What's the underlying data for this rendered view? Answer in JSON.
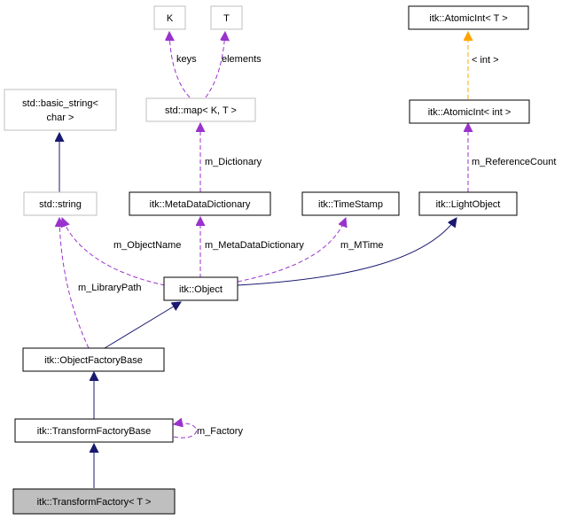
{
  "colors": {
    "inheritance": "#191970",
    "usage": "#9a32cd",
    "template": "#ffa500",
    "node_border_strong": "#000000",
    "node_border_light": "#bfbfbf",
    "focus_fill": "#bfbfbf"
  },
  "nodes": {
    "k": "K",
    "t": "T",
    "atomic_int_t": "itk::AtomicInt< T >",
    "basic_string_line1": "std::basic_string<",
    "basic_string_line2": "char >",
    "std_map": "std::map< K, T >",
    "atomic_int_int": "itk::AtomicInt< int >",
    "std_string": "std::string",
    "metadata_dictionary": "itk::MetaDataDictionary",
    "timestamp": "itk::TimeStamp",
    "light_object": "itk::LightObject",
    "object": "itk::Object",
    "object_factory_base": "itk::ObjectFactoryBase",
    "transform_factory_base": "itk::TransformFactoryBase",
    "transform_factory": "itk::TransformFactory< T >"
  },
  "edges": {
    "keys": "keys",
    "elements": "elements",
    "template_int": "< int >",
    "m_dictionary": "m_Dictionary",
    "m_reference_count": "m_ReferenceCount",
    "m_object_name": "m_ObjectName",
    "m_metadata_dictionary": "m_MetaDataDictionary",
    "m_mtime": "m_MTime",
    "m_library_path": "m_LibraryPath",
    "m_factory": "m_Factory"
  }
}
